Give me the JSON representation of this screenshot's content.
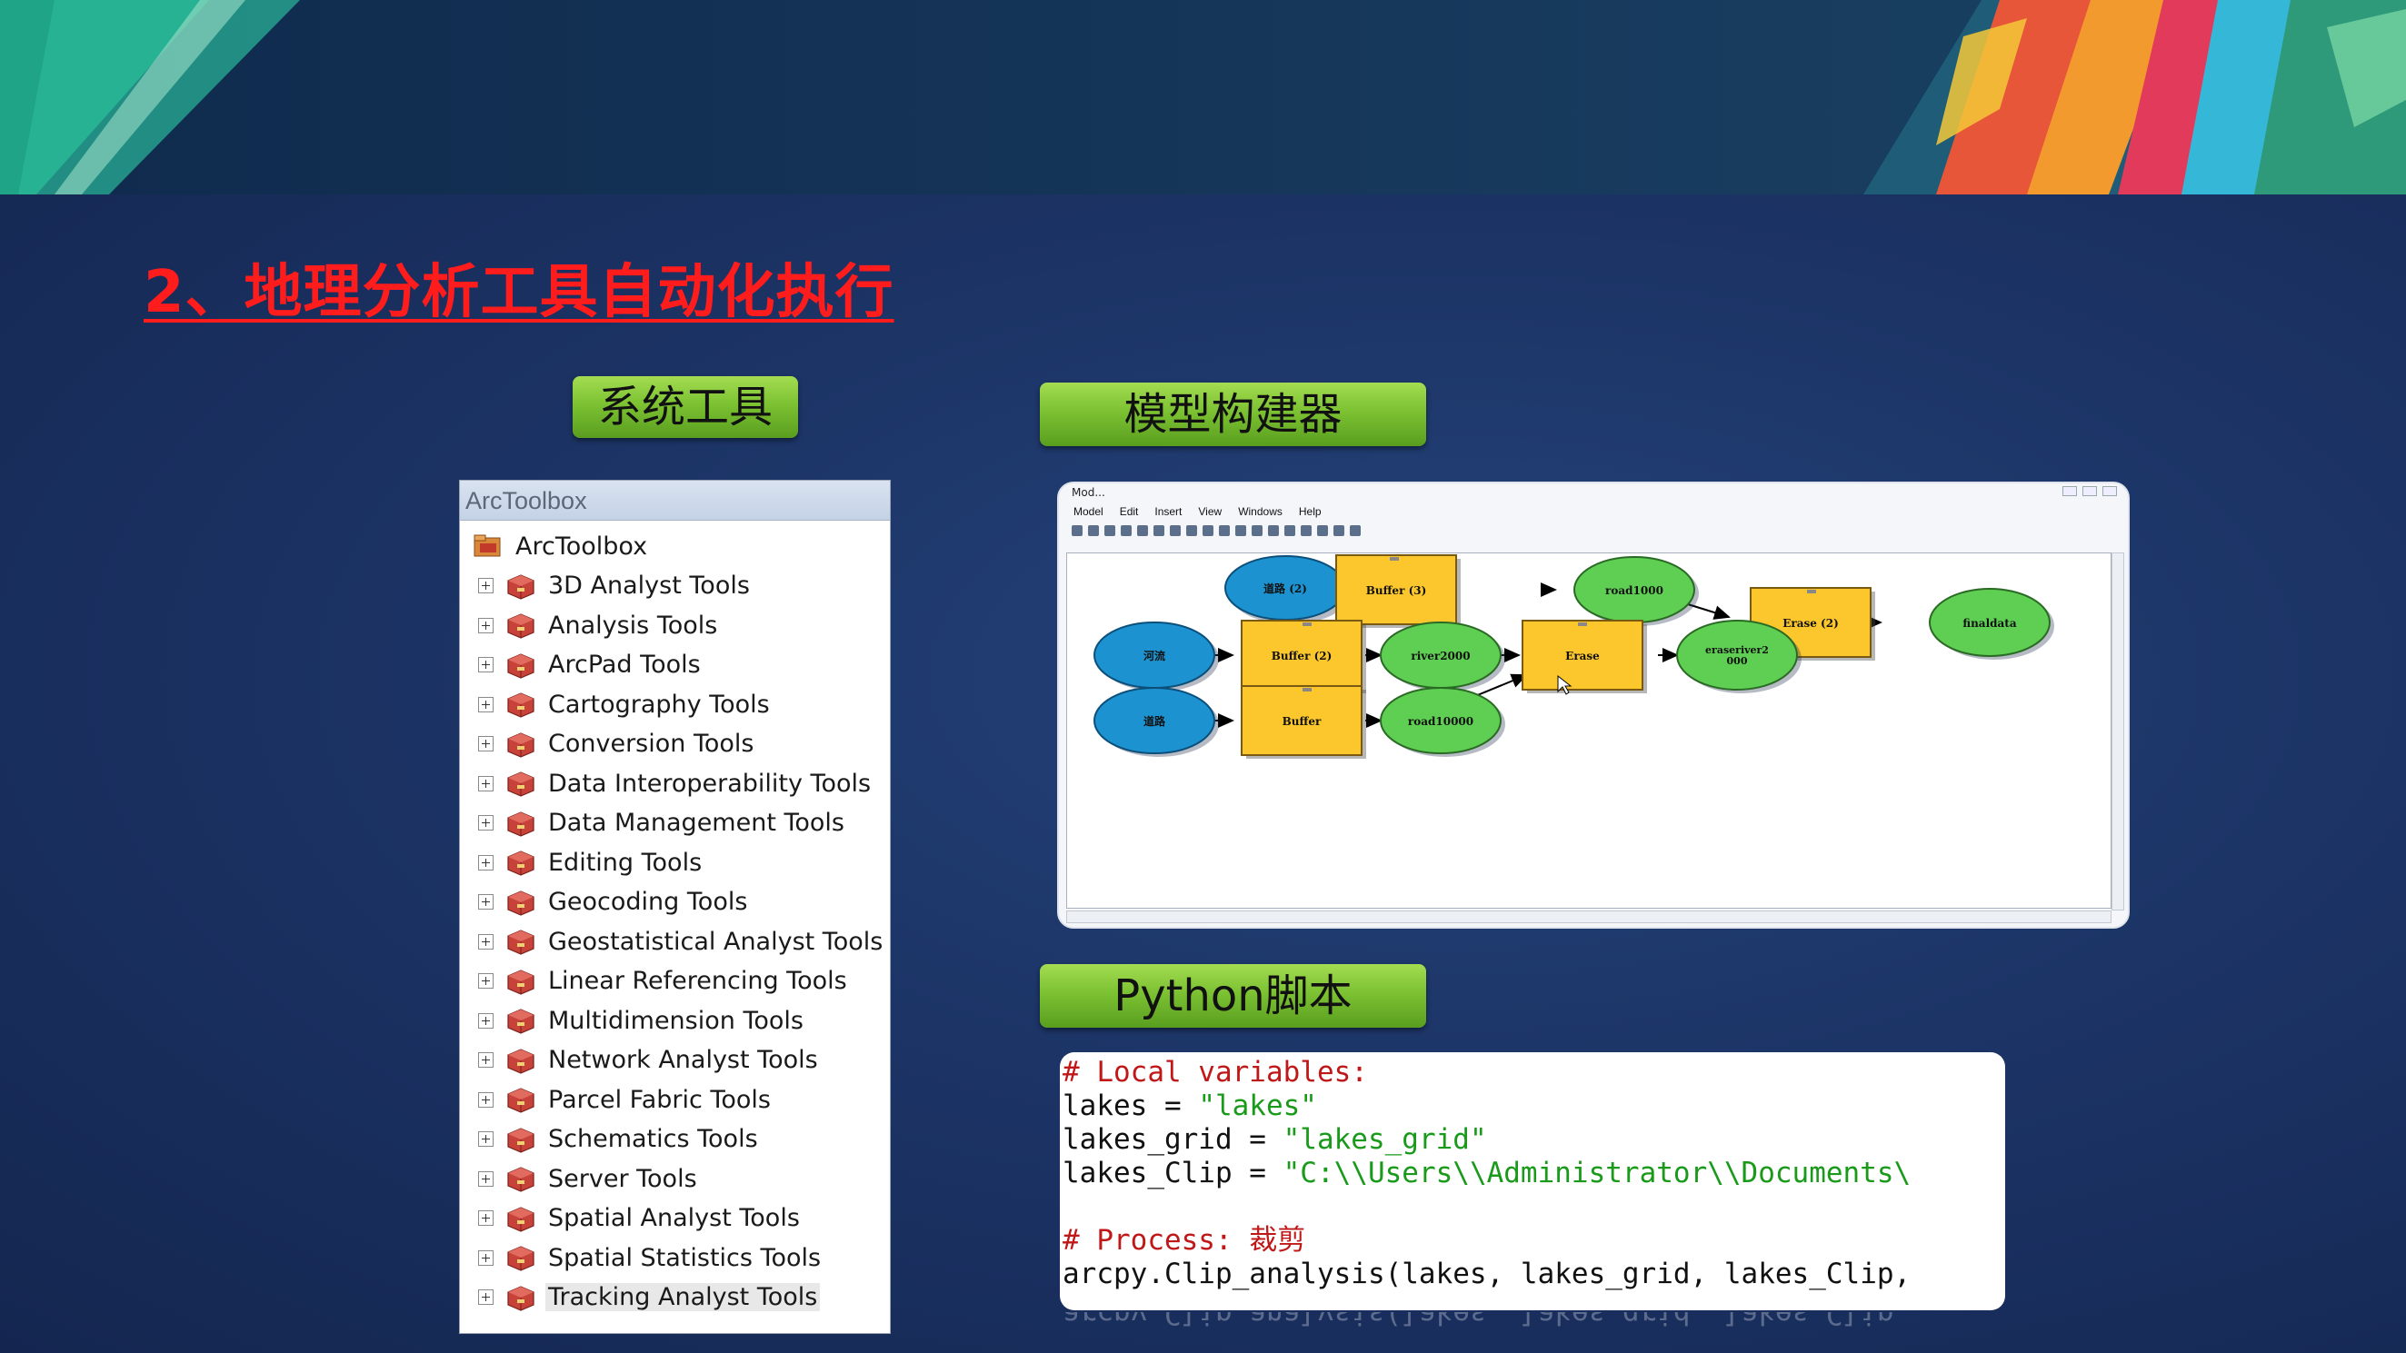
{
  "slide": {
    "title": "2、地理分析工具自动化执行",
    "labels": {
      "system_tools": "系统工具",
      "model_builder": "模型构建器",
      "python_script": "Python脚本"
    }
  },
  "toolbox": {
    "header": "ArcToolbox",
    "root": "ArcToolbox",
    "items": [
      "3D Analyst Tools",
      "Analysis Tools",
      "ArcPad Tools",
      "Cartography Tools",
      "Conversion Tools",
      "Data Interoperability Tools",
      "Data Management Tools",
      "Editing Tools",
      "Geocoding Tools",
      "Geostatistical Analyst Tools",
      "Linear Referencing Tools",
      "Multidimension Tools",
      "Network Analyst Tools",
      "Parcel Fabric Tools",
      "Schematics Tools",
      "Server Tools",
      "Spatial Analyst Tools",
      "Spatial Statistics Tools",
      "Tracking Analyst Tools"
    ],
    "selected_item": "Tracking Analyst Tools"
  },
  "model_builder": {
    "window_title": "Mod...",
    "menu": [
      "Model",
      "Edit",
      "Insert",
      "View",
      "Windows",
      "Help"
    ],
    "nodes": {
      "data_road2": "道路 (2)",
      "buffer3": "Buffer (3)",
      "road1000": "road1000",
      "erase2": "Erase (2)",
      "finaldata": "finaldata",
      "data_river": "河流",
      "buffer2": "Buffer (2)",
      "river2000": "river2000",
      "erase": "Erase",
      "eraseriver": "eraseriver2",
      "eraseriver_2": "000",
      "data_road": "道路",
      "buffer": "Buffer",
      "road10000": "road10000"
    }
  },
  "python": {
    "comment1": "# Local variables:",
    "l1_var": "lakes = ",
    "l1_val": "\"lakes\"",
    "l2_var": "lakes_grid = ",
    "l2_val": "\"lakes_grid\"",
    "l3_var": "lakes_Clip = ",
    "l3_val": "\"C:\\\\Users\\\\Administrator\\\\Documents\\",
    "comment2": "# Process: 裁剪",
    "l4": "arcpy.Clip_analysis(lakes, lakes_grid, lakes_Clip,"
  },
  "colors": {
    "title_red": "#ff1c1c",
    "pill_green": "#7cc232",
    "data_blue": "#1c93d0",
    "tool_yellow": "#fcc72c",
    "output_green": "#5fcf53"
  }
}
